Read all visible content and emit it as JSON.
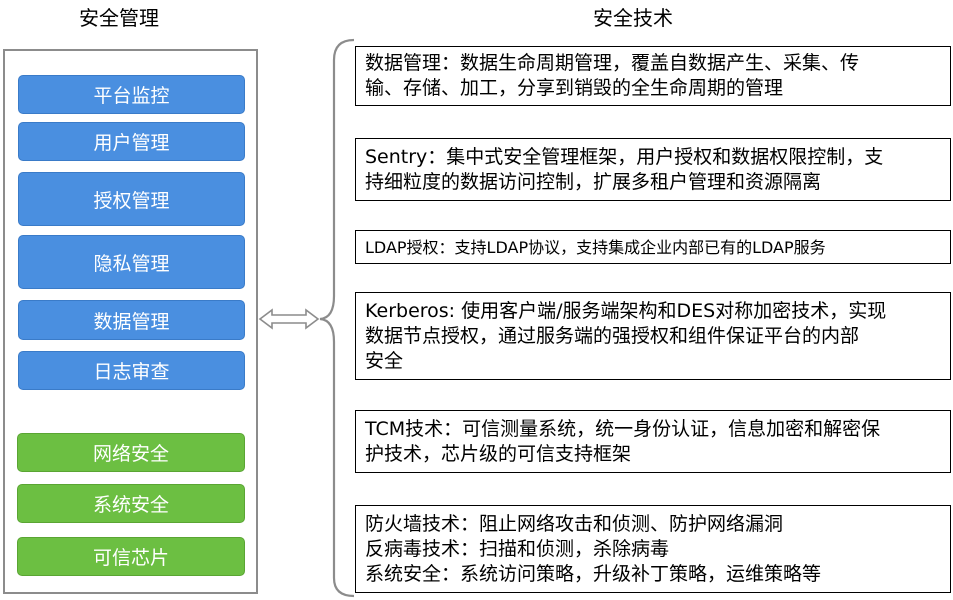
{
  "headings": {
    "left": "安全管理",
    "right": "安全技术"
  },
  "modules": [
    {
      "label": "平台监控",
      "color": "#4a8fe0"
    },
    {
      "label": "用户管理",
      "color": "#4a8fe0"
    },
    {
      "label": "授权管理",
      "color": "#4a8fe0"
    },
    {
      "label": "隐私管理",
      "color": "#4a8fe0"
    },
    {
      "label": "数据管理",
      "color": "#4a8fe0"
    },
    {
      "label": "日志审查",
      "color": "#4a8fe0"
    },
    {
      "label": "网络安全",
      "color": "#6cbf42"
    },
    {
      "label": "系统安全",
      "color": "#6cbf42"
    },
    {
      "label": "可信芯片",
      "color": "#6cbf42"
    }
  ],
  "technologies": [
    {
      "lines": [
        "数据管理：数据生命周期管理，覆盖自数据产生、采集、传",
        "输、存储、加工，分享到销毁的全生命周期的管理"
      ]
    },
    {
      "lines": [
        "Sentry：集中式安全管理框架，用户授权和数据权限控制，支",
        "持细粒度的数据访问控制，扩展多租户管理和资源隔离"
      ]
    },
    {
      "lines": [
        "LDAP授权：支持LDAP协议，支持集成企业内部已有的LDAP服务"
      ]
    },
    {
      "lines": [
        " Kerberos: 使用客户端/服务端架构和DES对称加密技术，实现",
        "数据节点授权，通过服务端的强授权和组件保证平台的内部",
        "安全"
      ]
    },
    {
      "lines": [
        "TCM技术：可信测量系统，统一身份认证，信息加密和解密保",
        "护技术，芯片级的可信支持框架"
      ]
    },
    {
      "lines": [
        "防火墙技术：阻止网络攻击和侦测、防护网络漏洞",
        "反病毒技术：扫描和侦测，杀除病毒",
        "系统安全：系统访问策略，升级补丁策略，运维策略等"
      ]
    }
  ]
}
